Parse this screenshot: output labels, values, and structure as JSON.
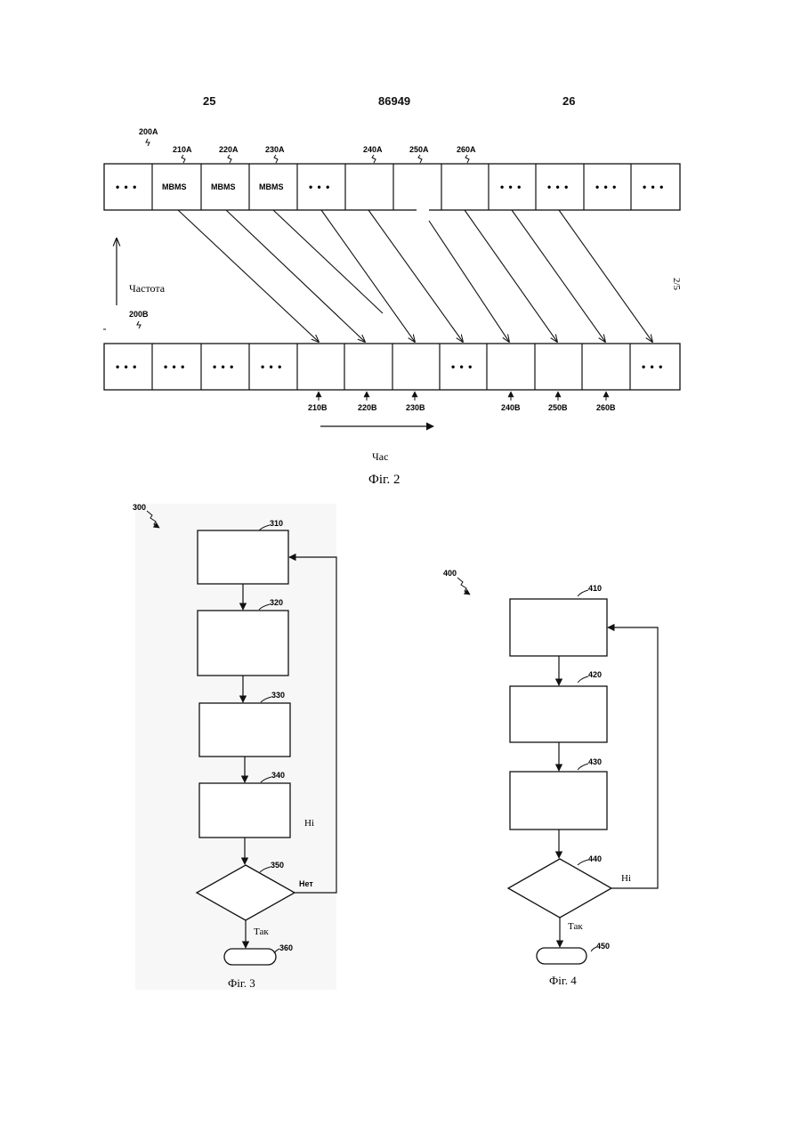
{
  "header": {
    "left_page": "25",
    "doc_number": "86949",
    "right_page": "26"
  },
  "side_label": "2/5",
  "fig2": {
    "ref_a": "200A",
    "ref_b": "200B",
    "row_a_labels": [
      "210A",
      "220A",
      "230A",
      "240A",
      "250A",
      "260A"
    ],
    "row_b_labels": [
      "210B",
      "220B",
      "230B",
      "240B",
      "250B",
      "260B"
    ],
    "mbms": "MBMS",
    "dots": "• • •",
    "freq_label": "Частота",
    "time_label": "Час",
    "caption": "Фіг. 2"
  },
  "fig3": {
    "ref": "300",
    "labels": [
      "310",
      "320",
      "330",
      "340",
      "350",
      "360"
    ],
    "no_label": "Ні",
    "no_label_diamond": "Нет",
    "yes_label": "Так",
    "caption": "Фіг. 3"
  },
  "fig4": {
    "ref": "400",
    "labels": [
      "410",
      "420",
      "430",
      "440",
      "450"
    ],
    "no_label": "Ні",
    "yes_label": "Так",
    "caption": "Фіг. 4"
  }
}
